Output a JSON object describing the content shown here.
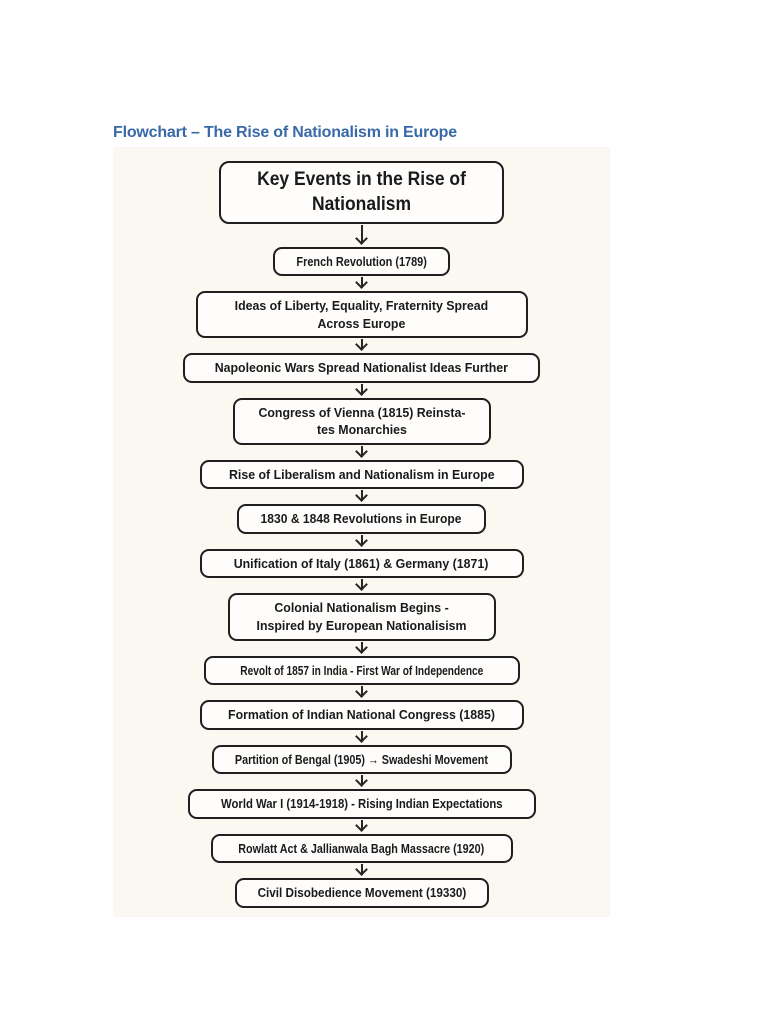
{
  "page": {
    "title": "Flowchart – The Rise of Nationalism in Europe"
  },
  "colors": {
    "title": "#3a69a8",
    "canvas": "#fbf8f2",
    "nodeBg": "#fefdfb",
    "nodeBorder": "#1f1f1f",
    "arrow": "#262626"
  },
  "flowchart": {
    "nodes": [
      {
        "label": "Key Events in the Rise of\nNationalism"
      },
      {
        "label": "French Revolution (1789)"
      },
      {
        "label": "Ideas of Liberty, Equality, Fraternity Spread\nAcross Europe"
      },
      {
        "label": "Napoleonic Wars Spread Nationalist Ideas Further"
      },
      {
        "label": "Congress of Vienna (1815) Reinsta-\ntes Monarchies"
      },
      {
        "label": "Rise of Liberalism and Nationalism in Europe"
      },
      {
        "label": "1830 & 1848 Revolutions in Europe"
      },
      {
        "label": "Unification of Italy (1861) & Germany (1871)"
      },
      {
        "label": "Colonial Nationalism Begins -\nInspired by European Nationalisism"
      },
      {
        "label": "Revolt of 1857 in India - First War of Independence"
      },
      {
        "label": "Formation of Indian National Congress (1885)"
      },
      {
        "label": "Partition of Bengal (1905) → Swadeshi Movement"
      },
      {
        "label": "World War I (1914-1918) - Rising Indian Expectations"
      },
      {
        "label": "Rowlatt Act & Jallianwala Bagh Massacre (1920)"
      },
      {
        "label": "Civil Disobedience Movement (19330)"
      }
    ]
  }
}
